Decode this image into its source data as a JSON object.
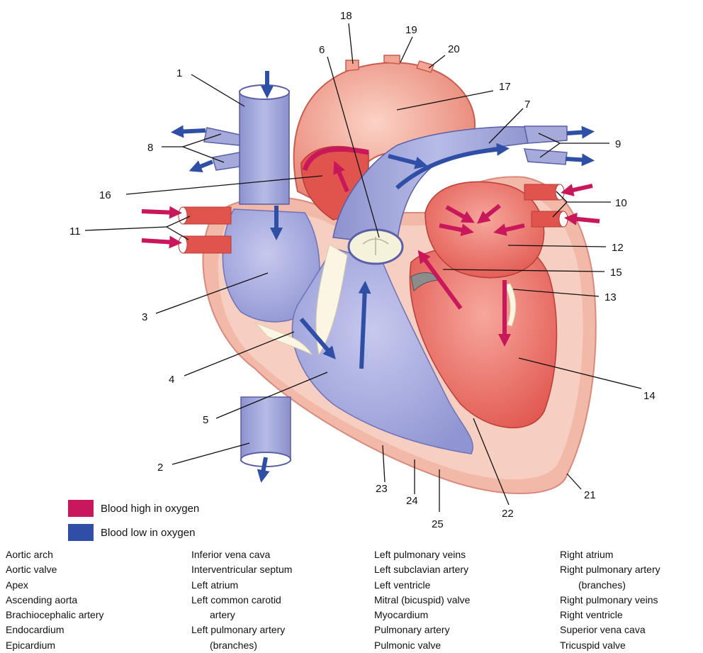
{
  "labels": [
    "1",
    "2",
    "3",
    "4",
    "5",
    "6",
    "7",
    "8",
    "9",
    "10",
    "11",
    "12",
    "13",
    "14",
    "15",
    "16",
    "17",
    "18",
    "19",
    "20",
    "21",
    "22",
    "23",
    "24",
    "25"
  ],
  "legend": [
    {
      "label": "Blood high in oxygen",
      "color": "#c8175a"
    },
    {
      "label": "Blood low in oxygen",
      "color": "#2f4fa6"
    }
  ],
  "terms": [
    [
      "Aortic arch",
      "Aortic valve",
      "Apex",
      "Ascending aorta",
      "Brachiocephalic artery",
      "Endocardium",
      "Epicardium"
    ],
    [
      "Inferior vena cava",
      "Interventricular septum",
      "Left atrium",
      "Left common carotid",
      "artery",
      "Left pulmonary artery",
      "(branches)"
    ],
    [
      "Left pulmonary veins",
      "Left subclavian artery",
      "Left ventricle",
      "Mitral (bicuspid) valve",
      "Myocardium",
      "Pulmonary artery",
      "Pulmonic valve"
    ],
    [
      "Right atrium",
      "Right pulmonary artery",
      "(branches)",
      "Right pulmonary veins",
      "Right ventricle",
      "Superior vena cava",
      "Tricuspid valve"
    ]
  ],
  "colors": {
    "oxygen_high": "#c8175a",
    "oxygen_low": "#2f4fa6",
    "deoxy_chamber": "#9a9fd6",
    "oxy_chamber": "#e0544d",
    "myocardium": "#f2b8a8",
    "septum": "#fbf5e4"
  }
}
